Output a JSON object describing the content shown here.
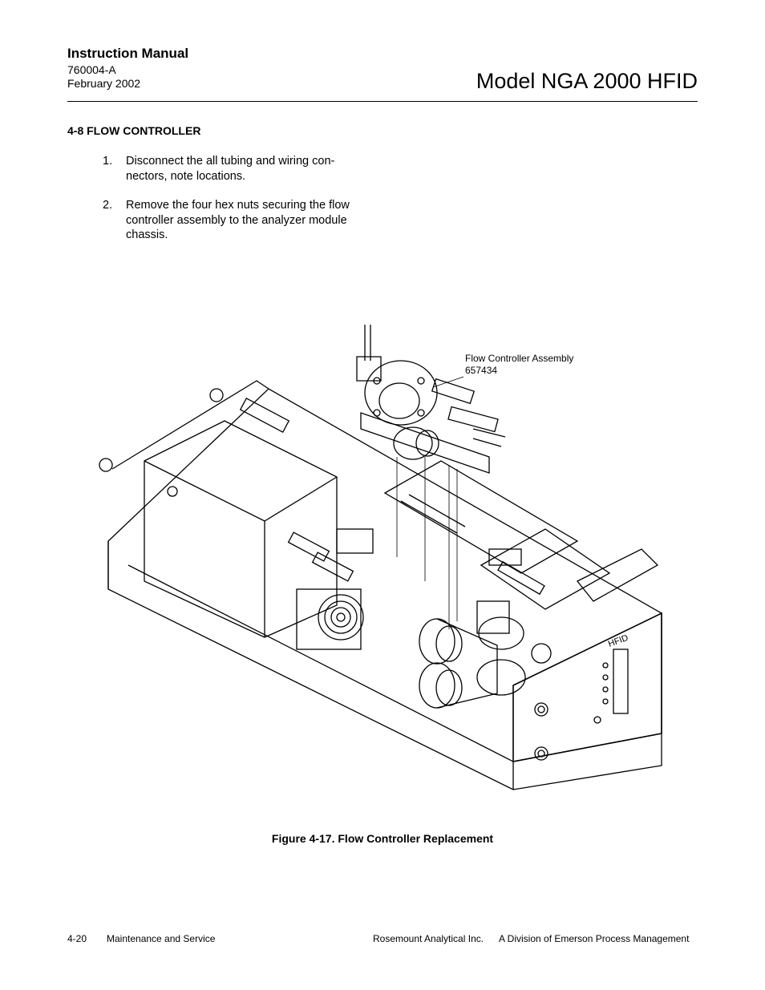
{
  "header": {
    "manual": "Instruction Manual",
    "doc_number": "760004-A",
    "date": "February 2002",
    "model": "Model NGA 2000 HFID"
  },
  "section": {
    "heading": "4-8  FLOW CONTROLLER",
    "steps": [
      {
        "num": "1.",
        "text": "Disconnect the all tubing and wiring con-nectors, note locations."
      },
      {
        "num": "2.",
        "text": "Remove the four hex nuts securing the flow controller assembly to the analyzer module chassis."
      }
    ]
  },
  "figure": {
    "callout_line1": "Flow Controller Assembly",
    "callout_line2": "657434",
    "panel_label": "HFID",
    "caption": "Figure 4-17.  Flow Controller Replacement"
  },
  "footer": {
    "page": "4-20",
    "chapter": "Maintenance and Service",
    "company": "Rosemount Analytical Inc.",
    "division": "A Division of Emerson Process Management"
  }
}
